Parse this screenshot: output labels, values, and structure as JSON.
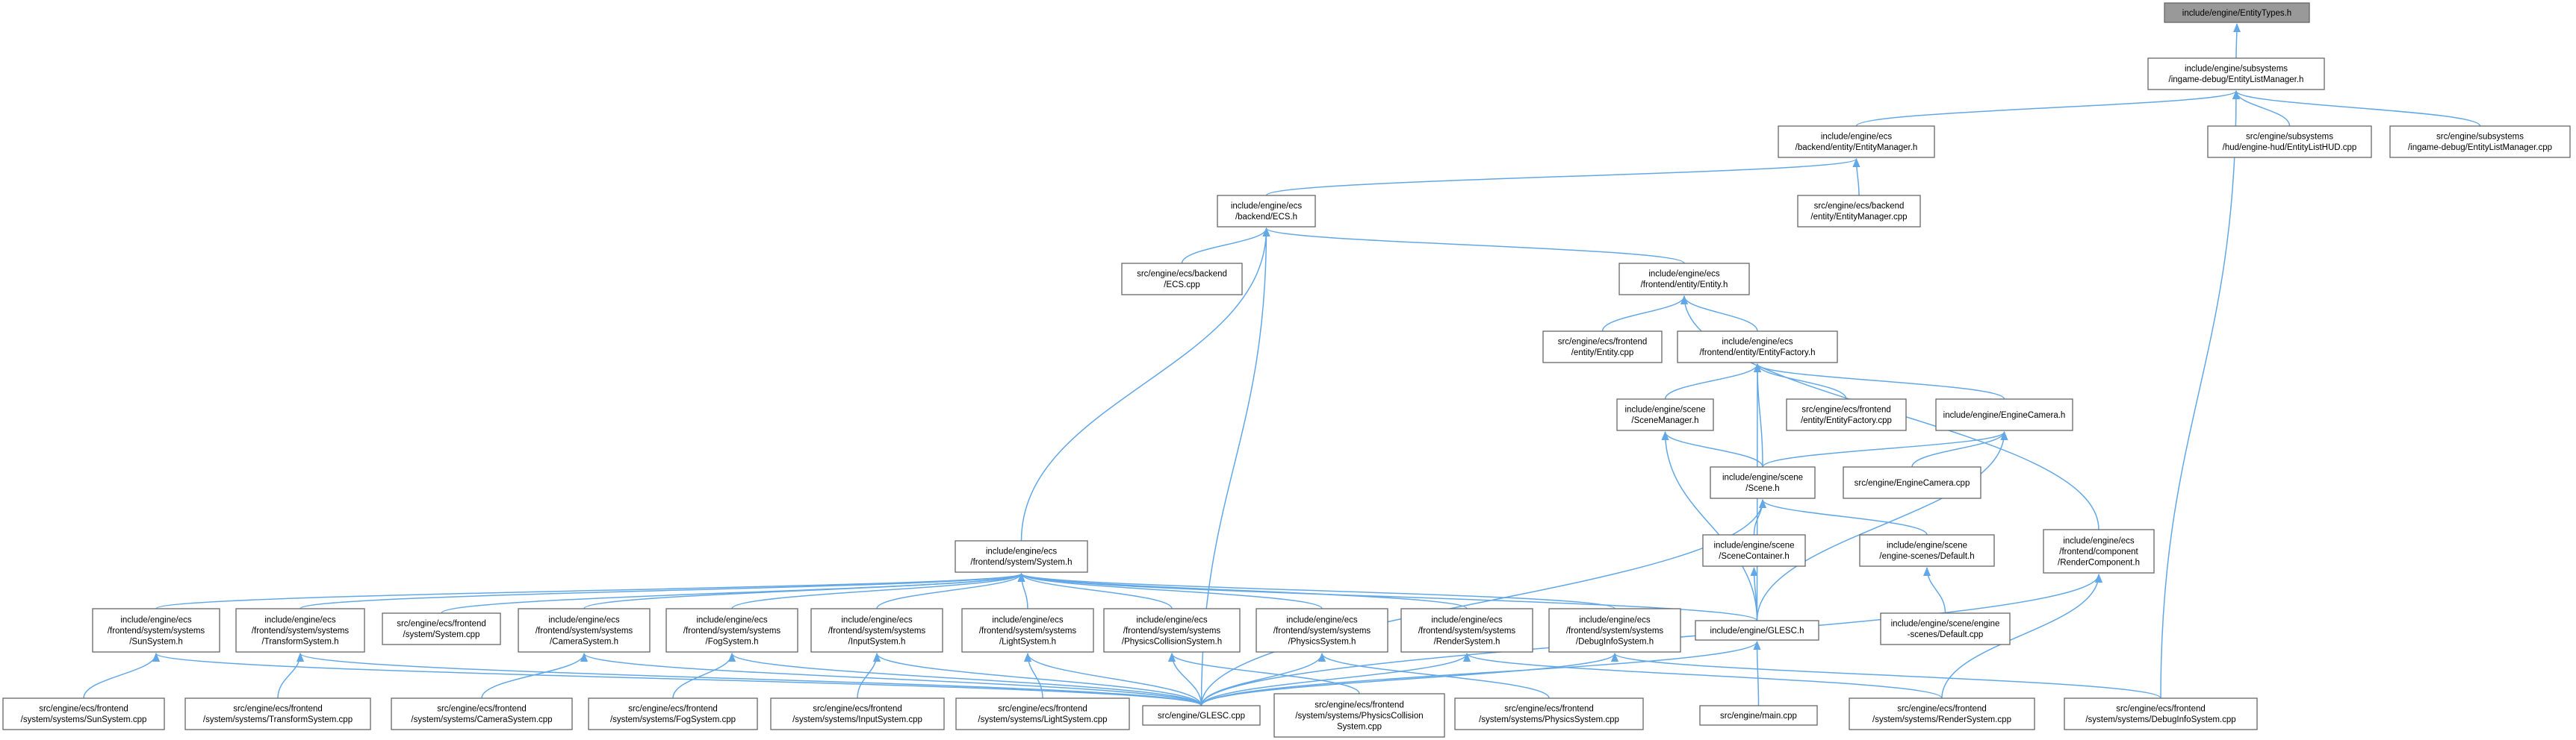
{
  "diagram": {
    "type": "include-dependency-graph",
    "edge_color": "#63a8e6",
    "root_fill": "#999999",
    "nodes": [
      {
        "id": "entitytypes",
        "lines": [
          "include/engine/EntityTypes.h"
        ],
        "root": true
      },
      {
        "id": "elm_h",
        "lines": [
          "include/engine/subsystems",
          "/ingame-debug/EntityListManager.h"
        ]
      },
      {
        "id": "em_h",
        "lines": [
          "include/engine/ecs",
          "/backend/entity/EntityManager.h"
        ]
      },
      {
        "id": "hud_cpp",
        "lines": [
          "src/engine/subsystems",
          "/hud/engine-hud/EntityListHUD.cpp"
        ]
      },
      {
        "id": "elm_cpp",
        "lines": [
          "src/engine/subsystems",
          "/ingame-debug/EntityListManager.cpp"
        ]
      },
      {
        "id": "ecs_h",
        "lines": [
          "include/engine/ecs",
          "/backend/ECS.h"
        ]
      },
      {
        "id": "em_cpp",
        "lines": [
          "src/engine/ecs/backend",
          "/entity/EntityManager.cpp"
        ]
      },
      {
        "id": "ecs_cpp",
        "lines": [
          "src/engine/ecs/backend",
          "/ECS.cpp"
        ]
      },
      {
        "id": "entity_h",
        "lines": [
          "include/engine/ecs",
          "/frontend/entity/Entity.h"
        ]
      },
      {
        "id": "entity_cpp",
        "lines": [
          "src/engine/ecs/frontend",
          "/entity/Entity.cpp"
        ]
      },
      {
        "id": "ef_h",
        "lines": [
          "include/engine/ecs",
          "/frontend/entity/EntityFactory.h"
        ]
      },
      {
        "id": "sm_h",
        "lines": [
          "include/engine/scene",
          "/SceneManager.h"
        ]
      },
      {
        "id": "ef_cpp",
        "lines": [
          "src/engine/ecs/frontend",
          "/entity/EntityFactory.cpp"
        ]
      },
      {
        "id": "cam_h",
        "lines": [
          "include/engine/EngineCamera.h"
        ]
      },
      {
        "id": "scene_h",
        "lines": [
          "include/engine/scene",
          "/Scene.h"
        ]
      },
      {
        "id": "cam_cpp",
        "lines": [
          "src/engine/EngineCamera.cpp"
        ]
      },
      {
        "id": "sc_h",
        "lines": [
          "include/engine/scene",
          "/SceneContainer.h"
        ]
      },
      {
        "id": "def_h",
        "lines": [
          "include/engine/scene",
          "/engine-scenes/Default.h"
        ]
      },
      {
        "id": "rc_h",
        "lines": [
          "include/engine/ecs",
          "/frontend/component",
          "/RenderComponent.h"
        ]
      },
      {
        "id": "sys_h",
        "lines": [
          "include/engine/ecs",
          "/frontend/system/System.h"
        ]
      },
      {
        "id": "glesc_h",
        "lines": [
          "include/engine/GLESC.h"
        ]
      },
      {
        "id": "def_cpp",
        "lines": [
          "include/engine/scene/engine",
          "-scenes/Default.cpp"
        ]
      },
      {
        "id": "sun_h",
        "lines": [
          "include/engine/ecs",
          "/frontend/system/systems",
          "/SunSystem.h"
        ]
      },
      {
        "id": "tr_h",
        "lines": [
          "include/engine/ecs",
          "/frontend/system/systems",
          "/TransformSystem.h"
        ]
      },
      {
        "id": "sys_cpp",
        "lines": [
          "src/engine/ecs/frontend",
          "/system/System.cpp"
        ]
      },
      {
        "id": "camsys_h",
        "lines": [
          "include/engine/ecs",
          "/frontend/system/systems",
          "/CameraSystem.h"
        ]
      },
      {
        "id": "fog_h",
        "lines": [
          "include/engine/ecs",
          "/frontend/system/systems",
          "/FogSystem.h"
        ]
      },
      {
        "id": "inp_h",
        "lines": [
          "include/engine/ecs",
          "/frontend/system/systems",
          "/InputSystem.h"
        ]
      },
      {
        "id": "lig_h",
        "lines": [
          "include/engine/ecs",
          "/frontend/system/systems",
          "/LightSystem.h"
        ]
      },
      {
        "id": "pc_h",
        "lines": [
          "include/engine/ecs",
          "/frontend/system/systems",
          "/PhysicsCollisionSystem.h"
        ]
      },
      {
        "id": "phy_h",
        "lines": [
          "include/engine/ecs",
          "/frontend/system/systems",
          "/PhysicsSystem.h"
        ]
      },
      {
        "id": "ren_h",
        "lines": [
          "include/engine/ecs",
          "/frontend/system/systems",
          "/RenderSystem.h"
        ]
      },
      {
        "id": "dbg_h",
        "lines": [
          "include/engine/ecs",
          "/frontend/system/systems",
          "/DebugInfoSystem.h"
        ]
      },
      {
        "id": "sun_cpp",
        "lines": [
          "src/engine/ecs/frontend",
          "/system/systems/SunSystem.cpp"
        ]
      },
      {
        "id": "tr_cpp",
        "lines": [
          "src/engine/ecs/frontend",
          "/system/systems/TransformSystem.cpp"
        ]
      },
      {
        "id": "camsys_cpp",
        "lines": [
          "src/engine/ecs/frontend",
          "/system/systems/CameraSystem.cpp"
        ]
      },
      {
        "id": "fog_cpp",
        "lines": [
          "src/engine/ecs/frontend",
          "/system/systems/FogSystem.cpp"
        ]
      },
      {
        "id": "inp_cpp",
        "lines": [
          "src/engine/ecs/frontend",
          "/system/systems/InputSystem.cpp"
        ]
      },
      {
        "id": "lig_cpp",
        "lines": [
          "src/engine/ecs/frontend",
          "/system/systems/LightSystem.cpp"
        ]
      },
      {
        "id": "glesc_cpp",
        "lines": [
          "src/engine/GLESC.cpp"
        ]
      },
      {
        "id": "pc_cpp",
        "lines": [
          "src/engine/ecs/frontend",
          "/system/systems/PhysicsCollision",
          "System.cpp"
        ]
      },
      {
        "id": "phy_cpp",
        "lines": [
          "src/engine/ecs/frontend",
          "/system/systems/PhysicsSystem.cpp"
        ]
      },
      {
        "id": "main_cpp",
        "lines": [
          "src/engine/main.cpp"
        ]
      },
      {
        "id": "ren_cpp",
        "lines": [
          "src/engine/ecs/frontend",
          "/system/systems/RenderSystem.cpp"
        ]
      },
      {
        "id": "dbg_cpp",
        "lines": [
          "src/engine/ecs/frontend",
          "/system/systems/DebugInfoSystem.cpp"
        ]
      }
    ],
    "edges": [
      [
        "elm_h",
        "entitytypes"
      ],
      [
        "em_h",
        "elm_h"
      ],
      [
        "hud_cpp",
        "elm_h"
      ],
      [
        "elm_cpp",
        "elm_h"
      ],
      [
        "dbg_cpp",
        "elm_h"
      ],
      [
        "ecs_h",
        "em_h"
      ],
      [
        "em_cpp",
        "em_h"
      ],
      [
        "ecs_cpp",
        "ecs_h"
      ],
      [
        "entity_h",
        "ecs_h"
      ],
      [
        "sys_h",
        "ecs_h"
      ],
      [
        "glesc_cpp",
        "ecs_h"
      ],
      [
        "entity_cpp",
        "entity_h"
      ],
      [
        "ef_h",
        "entity_h"
      ],
      [
        "rc_h",
        "entity_h"
      ],
      [
        "sm_h",
        "ef_h"
      ],
      [
        "ef_cpp",
        "ef_h"
      ],
      [
        "cam_h",
        "ef_h"
      ],
      [
        "scene_h",
        "ef_h"
      ],
      [
        "glesc_h",
        "ef_h"
      ],
      [
        "scene_h",
        "sm_h"
      ],
      [
        "glesc_h",
        "sm_h"
      ],
      [
        "scene_h",
        "cam_h"
      ],
      [
        "cam_cpp",
        "cam_h"
      ],
      [
        "glesc_h",
        "cam_h"
      ],
      [
        "sc_h",
        "scene_h"
      ],
      [
        "def_h",
        "scene_h"
      ],
      [
        "glesc_cpp",
        "scene_h"
      ],
      [
        "glesc_h",
        "sc_h"
      ],
      [
        "def_cpp",
        "def_h"
      ],
      [
        "glesc_cpp",
        "rc_h"
      ],
      [
        "ren_cpp",
        "rc_h"
      ],
      [
        "sun_h",
        "sys_h"
      ],
      [
        "tr_h",
        "sys_h"
      ],
      [
        "sys_cpp",
        "sys_h"
      ],
      [
        "camsys_h",
        "sys_h"
      ],
      [
        "fog_h",
        "sys_h"
      ],
      [
        "inp_h",
        "sys_h"
      ],
      [
        "lig_h",
        "sys_h"
      ],
      [
        "pc_h",
        "sys_h"
      ],
      [
        "phy_h",
        "sys_h"
      ],
      [
        "ren_h",
        "sys_h"
      ],
      [
        "dbg_h",
        "sys_h"
      ],
      [
        "glesc_h",
        "sys_h"
      ],
      [
        "glesc_cpp",
        "glesc_h"
      ],
      [
        "main_cpp",
        "glesc_h"
      ],
      [
        "sun_cpp",
        "sun_h"
      ],
      [
        "glesc_cpp",
        "sun_h"
      ],
      [
        "tr_cpp",
        "tr_h"
      ],
      [
        "glesc_cpp",
        "tr_h"
      ],
      [
        "camsys_cpp",
        "camsys_h"
      ],
      [
        "glesc_cpp",
        "camsys_h"
      ],
      [
        "fog_cpp",
        "fog_h"
      ],
      [
        "glesc_cpp",
        "fog_h"
      ],
      [
        "inp_cpp",
        "inp_h"
      ],
      [
        "glesc_cpp",
        "inp_h"
      ],
      [
        "lig_cpp",
        "lig_h"
      ],
      [
        "glesc_cpp",
        "lig_h"
      ],
      [
        "pc_cpp",
        "pc_h"
      ],
      [
        "glesc_cpp",
        "pc_h"
      ],
      [
        "phy_cpp",
        "phy_h"
      ],
      [
        "glesc_cpp",
        "phy_h"
      ],
      [
        "ren_cpp",
        "ren_h"
      ],
      [
        "glesc_cpp",
        "ren_h"
      ],
      [
        "dbg_cpp",
        "dbg_h"
      ],
      [
        "glesc_cpp",
        "dbg_h"
      ]
    ]
  }
}
